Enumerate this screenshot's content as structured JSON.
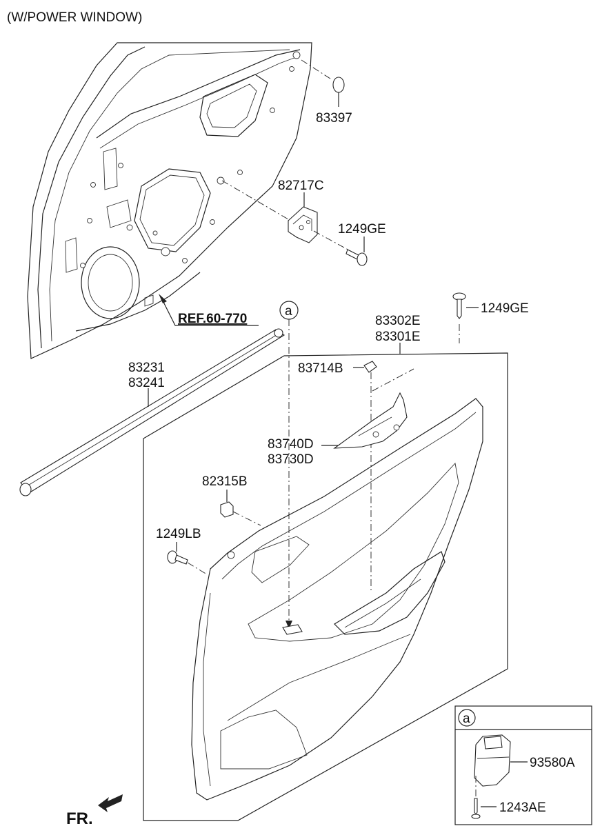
{
  "header": {
    "title": "(W/POWER WINDOW)"
  },
  "labels": {
    "p83397": "83397",
    "p82717c": "82717C",
    "p1249ge_a": "1249GE",
    "ref": "REF.60-770",
    "p1249ge_b": "1249GE",
    "p83302e": "83302E",
    "p83301e": "83301E",
    "p83714b": "83714B",
    "p83231": "83231",
    "p83241": "83241",
    "p83740d": "83740D",
    "p83730d": "83730D",
    "p82315b": "82315B",
    "p1249lb": "1249LB",
    "p93580a": "93580A",
    "p1243ae": "1243AE",
    "fr": "FR."
  },
  "callouts": {
    "main": "a",
    "detail": "a"
  }
}
